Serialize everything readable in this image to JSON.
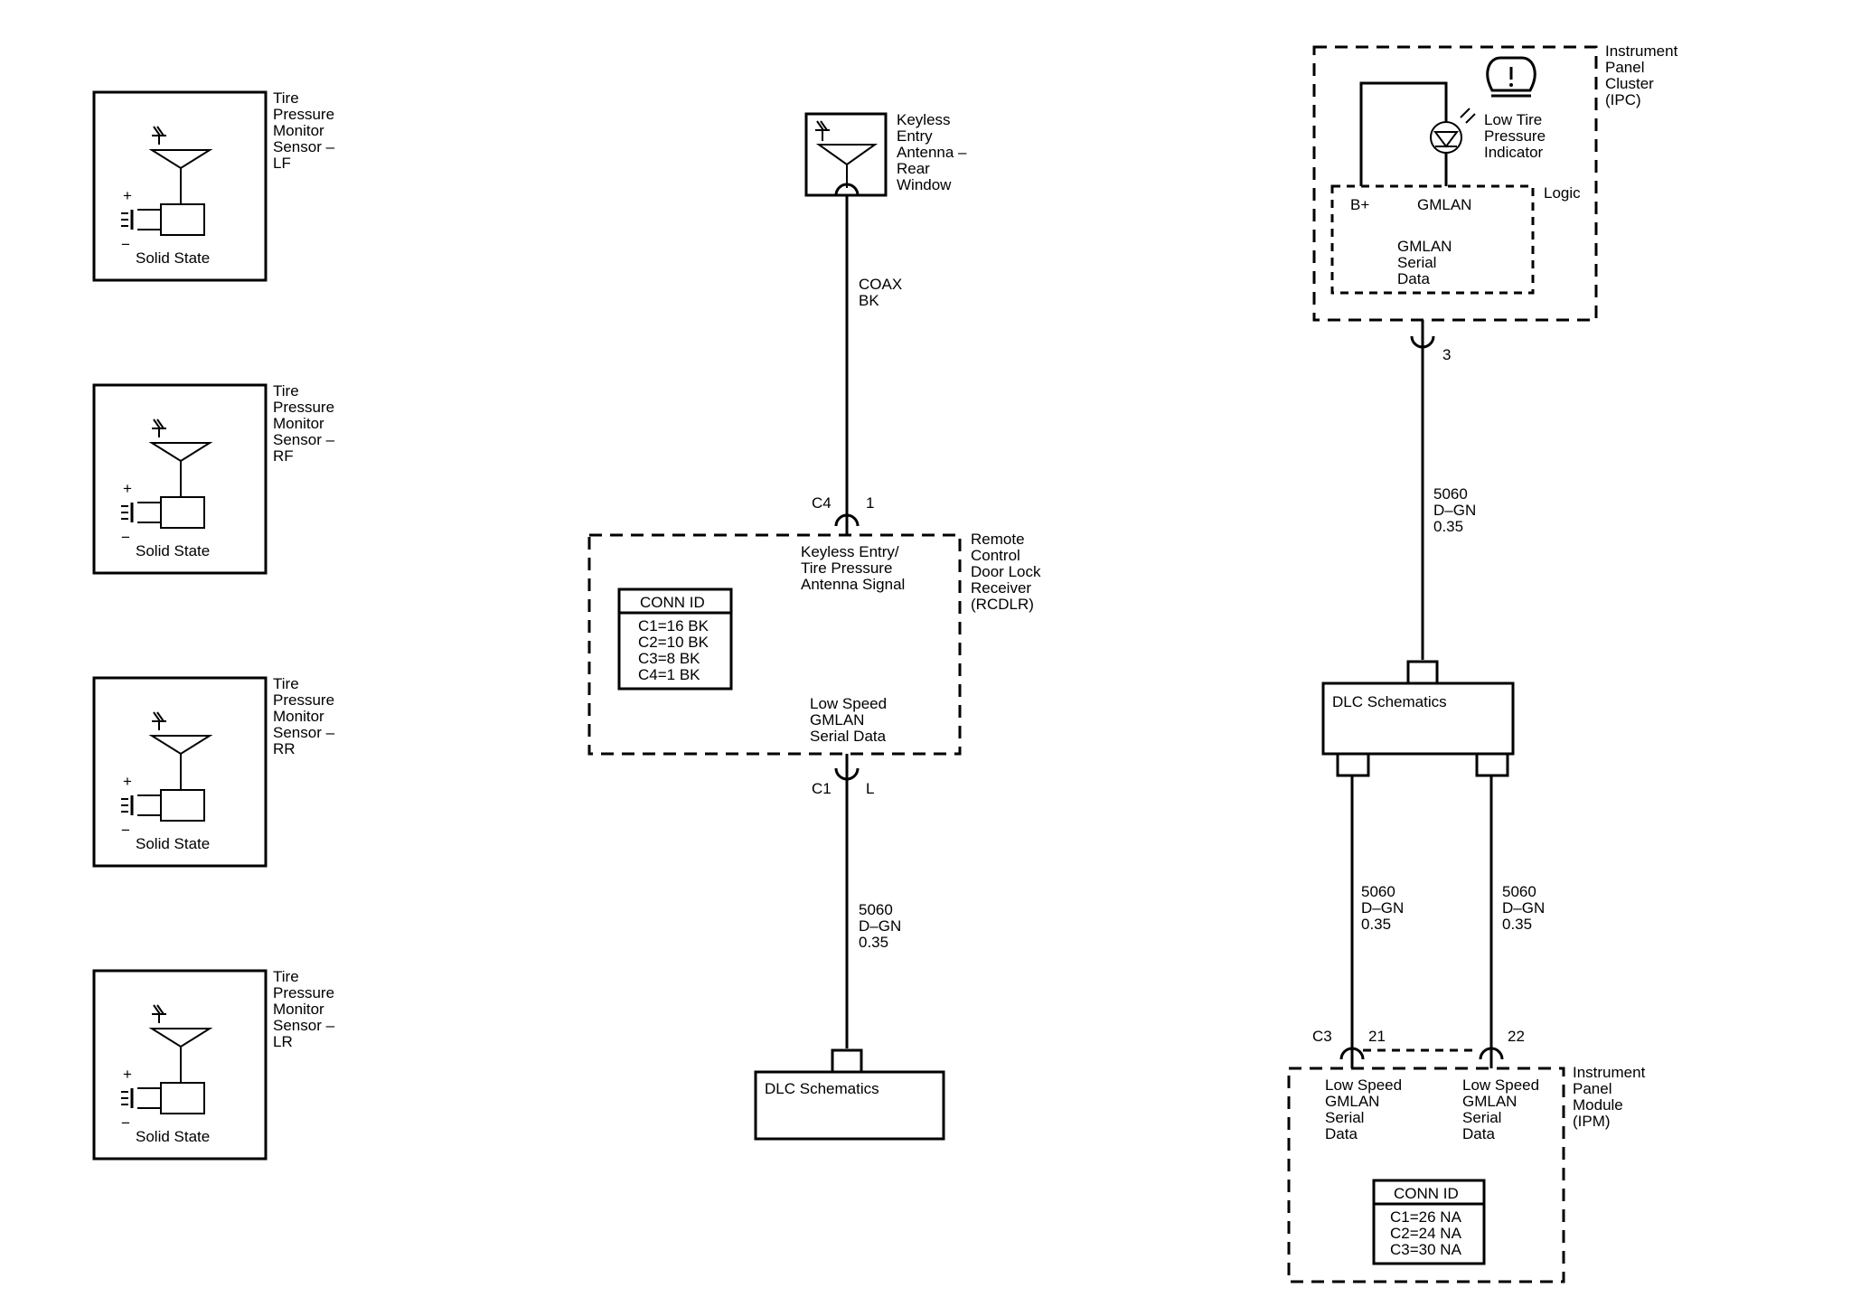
{
  "sensors": [
    {
      "name_lines": [
        "Tire",
        "Pressure",
        "Monitor",
        "Sensor –",
        "LF"
      ],
      "caption": "Solid State"
    },
    {
      "name_lines": [
        "Tire",
        "Pressure",
        "Monitor",
        "Sensor –",
        "RF"
      ],
      "caption": "Solid State"
    },
    {
      "name_lines": [
        "Tire",
        "Pressure",
        "Monitor",
        "Sensor –",
        "RR"
      ],
      "caption": "Solid State"
    },
    {
      "name_lines": [
        "Tire",
        "Pressure",
        "Monitor",
        "Sensor –",
        "LR"
      ],
      "caption": "Solid State"
    }
  ],
  "antenna": {
    "label_lines": [
      "Keyless",
      "Entry",
      "Antenna –",
      "Rear",
      "Window"
    ]
  },
  "coax_wire": {
    "lines": [
      "COAX",
      "BK"
    ]
  },
  "rcdlr": {
    "name_lines": [
      "Remote",
      "Control",
      "Door Lock",
      "Receiver",
      "(RCDLR)"
    ],
    "top_connector": {
      "conn": "C4",
      "pin": "1"
    },
    "signal_lines": [
      "Keyless Entry/",
      "Tire Pressure",
      "Antenna Signal"
    ],
    "gmlan_lines": [
      "Low Speed",
      "GMLAN",
      "Serial Data"
    ],
    "conn_id": {
      "title": "CONN ID",
      "rows": [
        "C1=16 BK",
        "C2=10 BK",
        "C3=8 BK",
        "C4=1 BK"
      ]
    },
    "bottom_connector": {
      "conn": "C1",
      "pin": "L"
    }
  },
  "rcdlr_to_dlc_wire": {
    "lines": [
      "5060",
      "D–GN",
      "0.35"
    ]
  },
  "dlc_left": {
    "label": "DLC Schematics"
  },
  "ipc": {
    "name_lines": [
      "Instrument",
      "Panel",
      "Cluster",
      "(IPC)"
    ],
    "indicator_lines": [
      "Low Tire",
      "Pressure",
      "Indicator"
    ],
    "logic_label": "Logic",
    "b_plus": "B+",
    "gmlan": "GMLAN",
    "serial_lines": [
      "GMLAN",
      "Serial",
      "Data"
    ],
    "pin": "3"
  },
  "ipc_to_dlc_wire": {
    "lines": [
      "5060",
      "D–GN",
      "0.35"
    ]
  },
  "dlc_right": {
    "label": "DLC Schematics"
  },
  "dlc_ipm_wire_left": {
    "lines": [
      "5060",
      "D–GN",
      "0.35"
    ]
  },
  "dlc_ipm_wire_right": {
    "lines": [
      "5060",
      "D–GN",
      "0.35"
    ]
  },
  "ipm": {
    "name_lines": [
      "Instrument",
      "Panel",
      "Module",
      "(IPM)"
    ],
    "conn": "C3",
    "pin_left": "21",
    "pin_right": "22",
    "left_lines": [
      "Low Speed",
      "GMLAN",
      "Serial",
      "Data"
    ],
    "right_lines": [
      "Low Speed",
      "GMLAN",
      "Serial",
      "Data"
    ],
    "conn_id": {
      "title": "CONN ID",
      "rows": [
        "C1=26 NA",
        "C2=24 NA",
        "C3=30 NA"
      ]
    }
  }
}
